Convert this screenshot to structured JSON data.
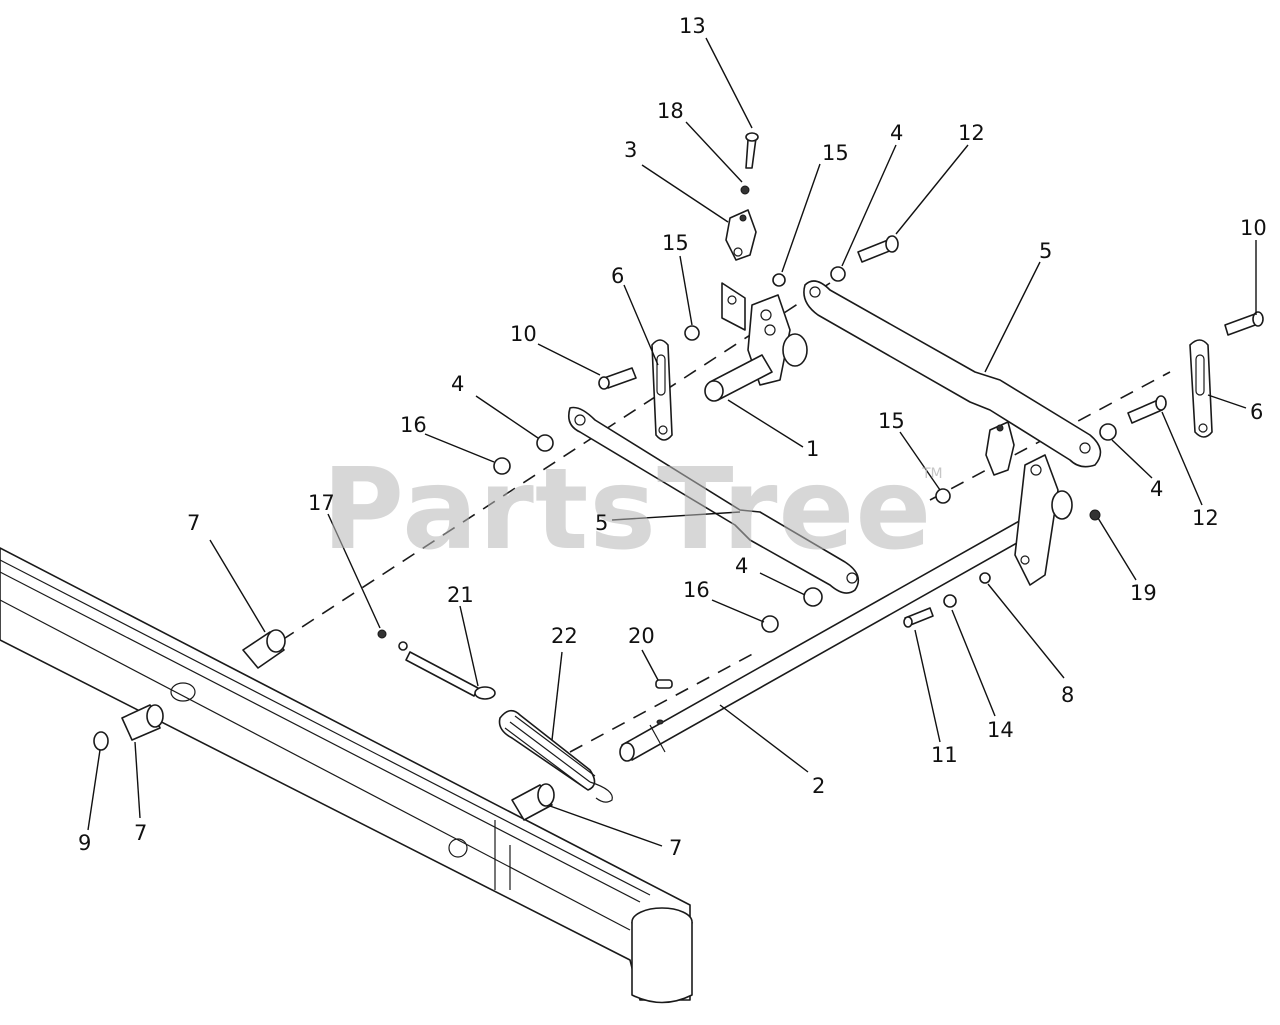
{
  "diagram": {
    "watermark": "PartsTree",
    "trademark": "TM",
    "callouts": [
      "1",
      "2",
      "3",
      "4",
      "5",
      "6",
      "7",
      "8",
      "9",
      "10",
      "11",
      "12",
      "13",
      "14",
      "15",
      "16",
      "17",
      "18",
      "19",
      "20",
      "21",
      "22"
    ]
  }
}
